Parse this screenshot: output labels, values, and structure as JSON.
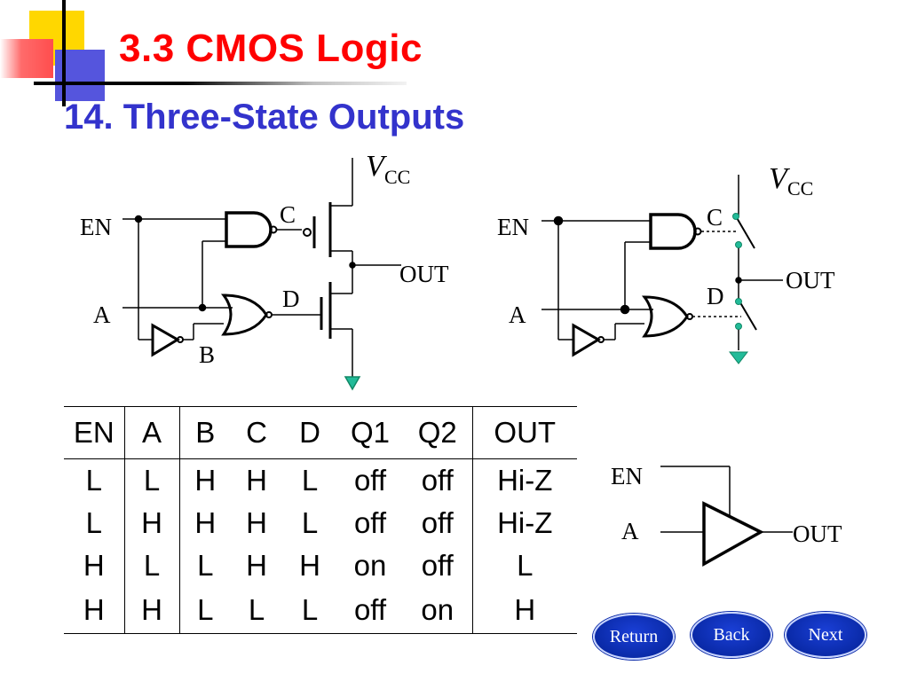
{
  "slide": {
    "title": "3.3 CMOS Logic",
    "subtitle": "14. Three-State Outputs"
  },
  "left_circuit": {
    "vcc_v": "V",
    "vcc_sub": "CC",
    "en": "EN",
    "a": "A",
    "b": "B",
    "c": "C",
    "d": "D",
    "out": "OUT"
  },
  "right_circuit": {
    "vcc_v": "V",
    "vcc_sub": "CC",
    "en": "EN",
    "a": "A",
    "c": "C",
    "d": "D",
    "out": "OUT"
  },
  "symbol": {
    "en": "EN",
    "a": "A",
    "out": "OUT"
  },
  "truth_table": {
    "headers": [
      "EN",
      "A",
      "B",
      "C",
      "D",
      "Q1",
      "Q2",
      "OUT"
    ],
    "rows": [
      [
        "L",
        "L",
        "H",
        "H",
        "L",
        "off",
        "off",
        "Hi-Z"
      ],
      [
        "L",
        "H",
        "H",
        "H",
        "L",
        "off",
        "off",
        "Hi-Z"
      ],
      [
        "H",
        "L",
        "L",
        "H",
        "H",
        "on",
        "off",
        "L"
      ],
      [
        "H",
        "H",
        "L",
        "L",
        "L",
        "off",
        "on",
        "H"
      ]
    ]
  },
  "nav": {
    "return_label": "Return",
    "back_label": "Back",
    "next_label": "Next"
  },
  "colors": {
    "title": "#ff0000",
    "subtitle": "#3333cc",
    "button": "#0a2aa8",
    "switch_dot": "#22bb99"
  }
}
